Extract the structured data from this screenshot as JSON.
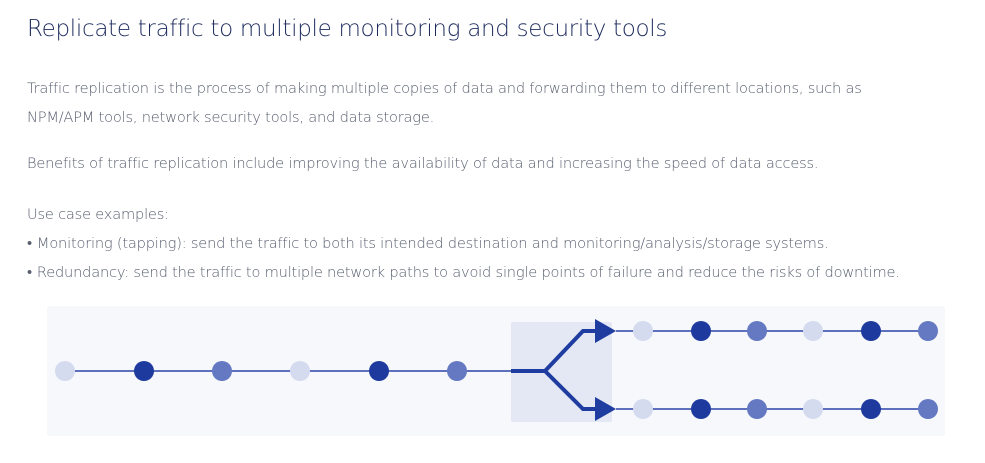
{
  "title": "Replicate traffic to multiple monitoring and security tools",
  "paragraph1_line1": "Traffic replication is the process of making multiple copies of data and forwarding them to different locations, such as",
  "paragraph1_line2": "NPM/APM tools, network security tools, and data storage.",
  "paragraph2": "Benefits of traffic replication include improving the availability of data and increasing the speed of data access.",
  "use_case_heading": "Use case examples:",
  "bullets": [
    "Monitoring (tapping): send the traffic to both its intended destination and monitoring/analysis/storage systems.",
    "Redundancy: send the traffic to multiple network paths to avoid single points of failure and reduce the risks of downtime."
  ],
  "diagram": {
    "colors": {
      "line": "#2a43a8",
      "dark": "#1e3a9e",
      "medium": "#6479c2",
      "light": "#d5dbee",
      "splitter_bg": "#e3e8f4",
      "arrow": "#1f3ca0"
    },
    "input_nodes": [
      "light",
      "dark",
      "medium",
      "light",
      "dark",
      "medium"
    ],
    "upper_output_nodes": [
      "light",
      "dark",
      "medium",
      "light",
      "dark",
      "medium"
    ],
    "lower_output_nodes": [
      "light",
      "dark",
      "medium",
      "light",
      "dark",
      "medium"
    ]
  }
}
